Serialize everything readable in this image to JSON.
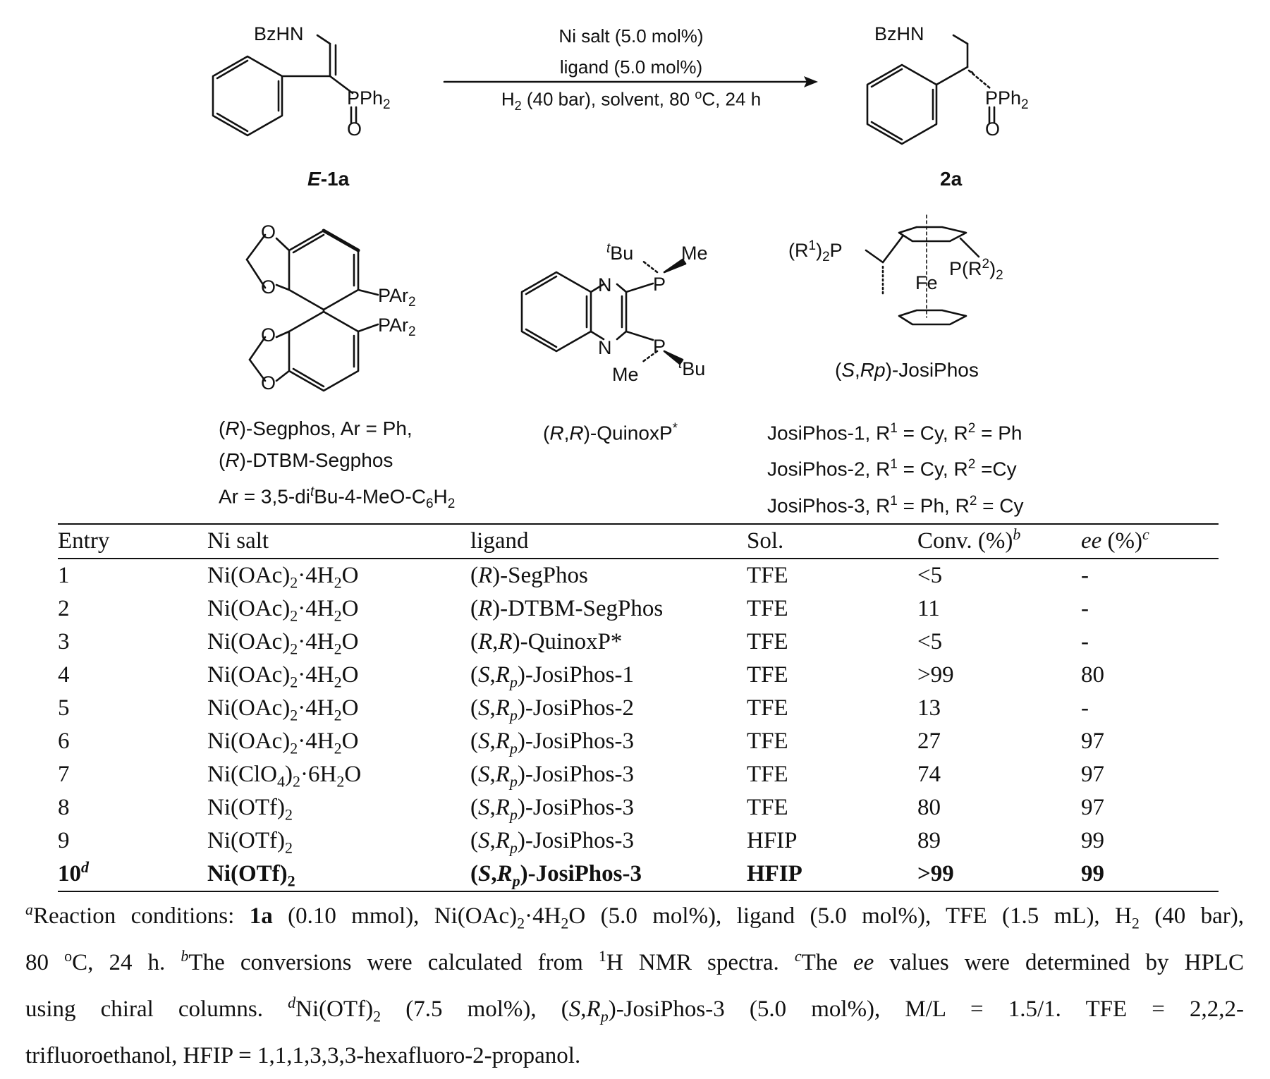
{
  "scheme": {
    "substrate_label": "E-1a",
    "product_label": "2a",
    "substrate_group_top": "BzHN",
    "substrate_group_p": "PPh2",
    "substrate_group_o": "O",
    "product_group_top": "BzHN",
    "product_group_p": "PPh2",
    "product_group_o": "O",
    "conditions": [
      "Ni salt (5.0 mol%)",
      "ligand (5.0 mol%)",
      "H2 (40 bar), solvent, 80 oC, 24 h"
    ]
  },
  "ligands": {
    "segphos": {
      "atoms": {
        "o": "O",
        "par2": "PAr2"
      },
      "lines": [
        "(R)-Segphos, Ar = Ph,",
        "(R)-DTBM-Segphos",
        "Ar = 3,5-ditBu-4-MeO-C6H2"
      ]
    },
    "quinoxp": {
      "atoms": {
        "n": "N",
        "p": "P",
        "tbu": "tBu",
        "me": "Me"
      },
      "name": "(R,R)-QuinoxP*"
    },
    "josiphos": {
      "atoms": {
        "pr1": "(R1)2P",
        "pr2": "P(R2)2",
        "fe": "Fe"
      },
      "name": "(S,Rp)-JosiPhos",
      "variants": [
        "JosiPhos-1, R1 = Cy, R2 = Ph",
        "JosiPhos-2, R1 = Cy, R2 =Cy",
        "JosiPhos-3, R1 = Ph, R2 = Cy"
      ]
    }
  },
  "table": {
    "headers": [
      "Entry",
      "Ni salt",
      "ligand",
      "Sol.",
      "Conv. (%)b",
      "ee (%)c"
    ],
    "rows": [
      [
        "1",
        "Ni(OAc)2·4H2O",
        "(R)-SegPhos",
        "TFE",
        "<5",
        "-"
      ],
      [
        "2",
        "Ni(OAc)2·4H2O",
        "(R)-DTBM-SegPhos",
        "TFE",
        "11",
        "-"
      ],
      [
        "3",
        "Ni(OAc)2·4H2O",
        "(R,R)-QuinoxP*",
        "TFE",
        "<5",
        "-"
      ],
      [
        "4",
        "Ni(OAc)2·4H2O",
        "(S,Rp)-JosiPhos-1",
        "TFE",
        ">99",
        "80"
      ],
      [
        "5",
        "Ni(OAc)2·4H2O",
        "(S,Rp)-JosiPhos-2",
        "TFE",
        "13",
        "-"
      ],
      [
        "6",
        "Ni(OAc)2·4H2O",
        "(S,Rp)-JosiPhos-3",
        "TFE",
        "27",
        "97"
      ],
      [
        "7",
        "Ni(ClO4)2·6H2O",
        "(S,Rp)-JosiPhos-3",
        "TFE",
        "74",
        "97"
      ],
      [
        "8",
        "Ni(OTf)2",
        "(S,Rp)-JosiPhos-3",
        "TFE",
        "80",
        "97"
      ],
      [
        "9",
        "Ni(OTf)2",
        "(S,Rp)-JosiPhos-3",
        "HFIP",
        "89",
        "99"
      ],
      [
        "10d",
        "Ni(OTf)2",
        "(S,Rp)-JosiPhos-3",
        "HFIP",
        ">99",
        "99"
      ]
    ]
  },
  "footnote": [
    "aReaction conditions: 1a (0.10 mmol), Ni(OAc)2·4H2O (5.0 mol%), ligand (5.0 mol%), TFE (1.5 mL), H2 (40 bar),",
    "80 oC, 24 h. bThe conversions were calculated from 1H NMR spectra. cThe ee values were determined by HPLC",
    "using chiral columns. dNi(OTf)2 (7.5 mol%), (S,Rp)-JosiPhos-3 (5.0 mol%), M/L = 1.5/1. TFE = 2,2,2-",
    "trifluoroethanol, HFIP = 1,1,1,3,3,3-hexafluoro-2-propanol."
  ]
}
